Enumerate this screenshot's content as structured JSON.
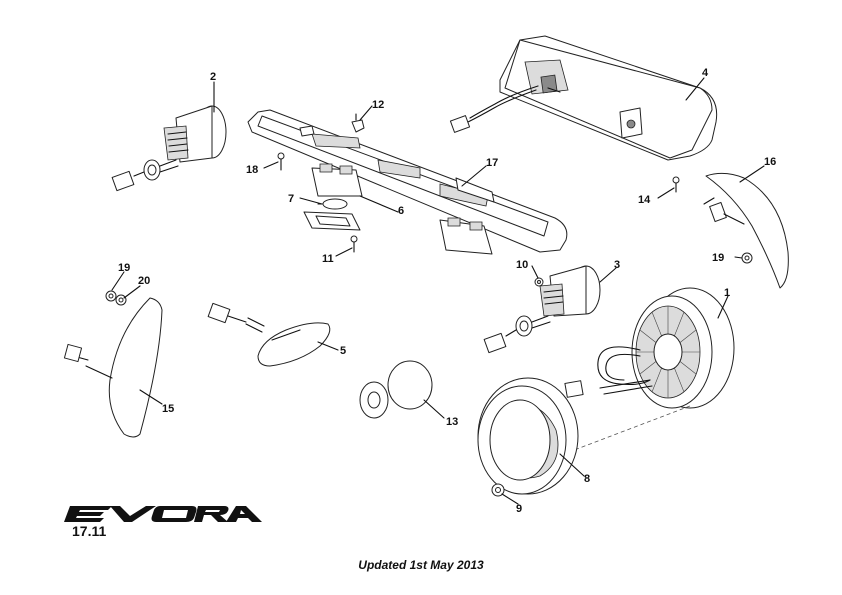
{
  "brand": {
    "logo_text": "EVORA"
  },
  "section_number": "17.11",
  "footer_note": "Updated 1st May 2013",
  "callouts": [
    "1",
    "2",
    "3",
    "4",
    "5",
    "6",
    "7",
    "8",
    "9",
    "10",
    "11",
    "12",
    "13",
    "14",
    "15",
    "16",
    "17",
    "18",
    "19",
    "19",
    "20"
  ]
}
